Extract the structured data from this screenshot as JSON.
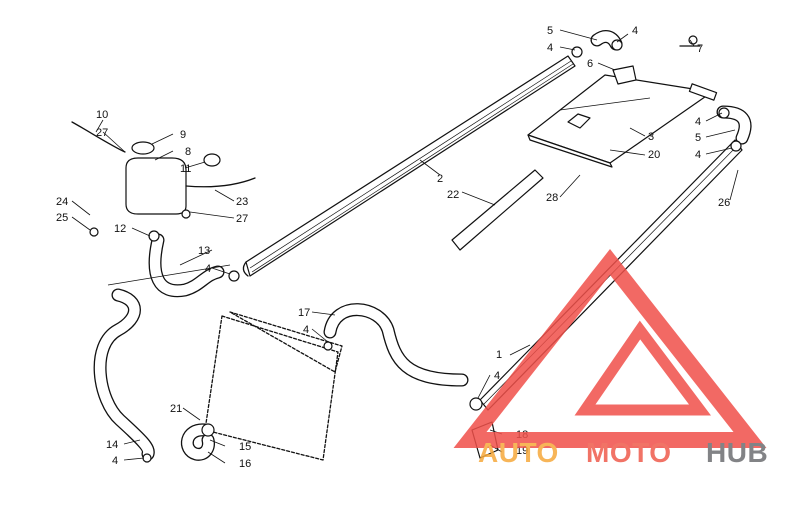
{
  "callouts": [
    {
      "label": "1"
    },
    {
      "label": "2"
    },
    {
      "label": "3"
    },
    {
      "label": "4"
    },
    {
      "label": "4"
    },
    {
      "label": "4"
    },
    {
      "label": "4"
    },
    {
      "label": "4"
    },
    {
      "label": "4"
    },
    {
      "label": "4"
    },
    {
      "label": "4"
    },
    {
      "label": "5"
    },
    {
      "label": "5"
    },
    {
      "label": "6"
    },
    {
      "label": "7"
    },
    {
      "label": "8"
    },
    {
      "label": "9"
    },
    {
      "label": "10"
    },
    {
      "label": "11"
    },
    {
      "label": "12"
    },
    {
      "label": "13"
    },
    {
      "label": "14"
    },
    {
      "label": "15"
    },
    {
      "label": "16"
    },
    {
      "label": "17"
    },
    {
      "label": "18"
    },
    {
      "label": "19"
    },
    {
      "label": "20"
    },
    {
      "label": "21"
    },
    {
      "label": "22"
    },
    {
      "label": "23"
    },
    {
      "label": "24"
    },
    {
      "label": "25"
    },
    {
      "label": "26"
    },
    {
      "label": "27"
    },
    {
      "label": "27"
    },
    {
      "label": "28"
    }
  ],
  "watermark": {
    "word_a": "AUTO",
    "word_b": "MOTO",
    "word_c": "HUB",
    "colors": {
      "auto": "#f6a93b",
      "moto": "#ef5b4c",
      "hub": "#6d6e71",
      "triangle": "#f0504a"
    }
  }
}
